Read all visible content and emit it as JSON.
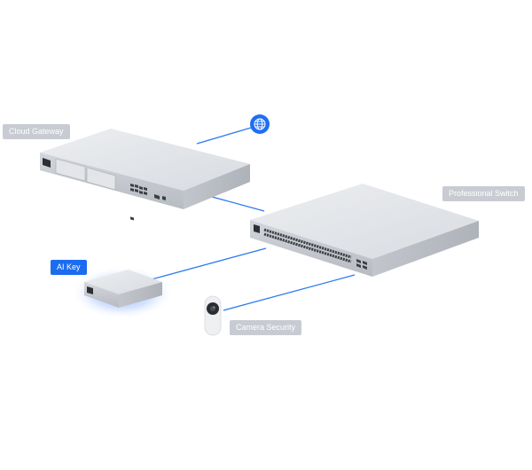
{
  "labels": {
    "cloud_gateway": "Cloud Gateway",
    "professional_switch": "Professional Switch",
    "ai_key": "AI Key",
    "camera_security": "Camera Security"
  },
  "icons": {
    "internet": "globe-icon"
  },
  "colors": {
    "link_line": "#2a7af0",
    "label_grey": "#c8ccd2",
    "label_blue": "#1c6cf0",
    "device_top": "#e4e6ea",
    "device_front": "#c9ccd2",
    "port": "#3c3f44"
  }
}
